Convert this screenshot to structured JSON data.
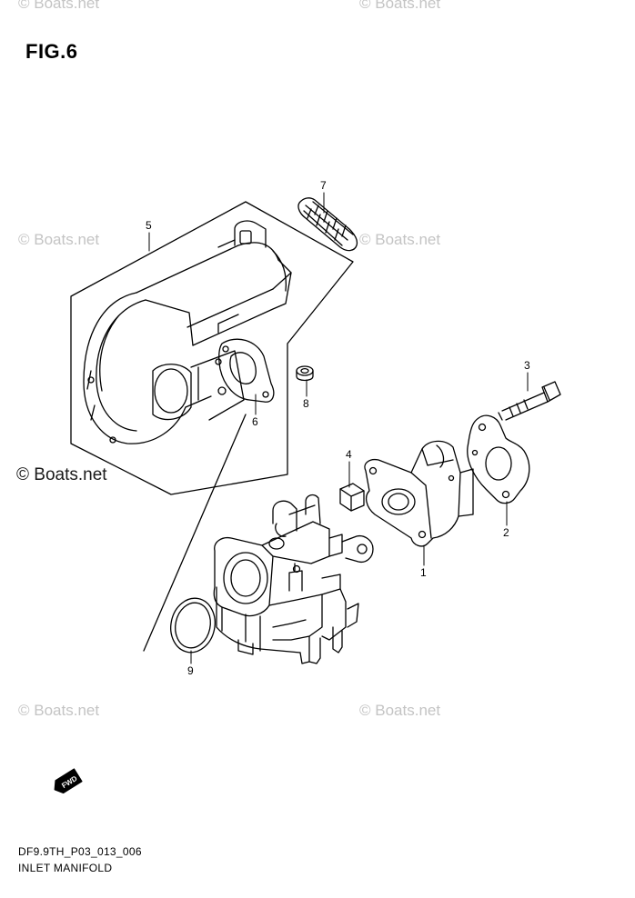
{
  "figure": {
    "title": "FIG.6",
    "code": "DF9.9TH_P03_013_006",
    "name": "INLET MANIFOLD"
  },
  "watermark": {
    "text": "© Boats.net",
    "color": "#c4c4c4",
    "strong_color": "#1a1a1a"
  },
  "callouts": {
    "c1": "1",
    "c2": "2",
    "c3": "3",
    "c4": "4",
    "c5": "5",
    "c6": "6",
    "c7": "7",
    "c8": "8",
    "c9": "9"
  },
  "fwd_badge": "FWD",
  "colors": {
    "line": "#000000",
    "background": "#ffffff"
  }
}
